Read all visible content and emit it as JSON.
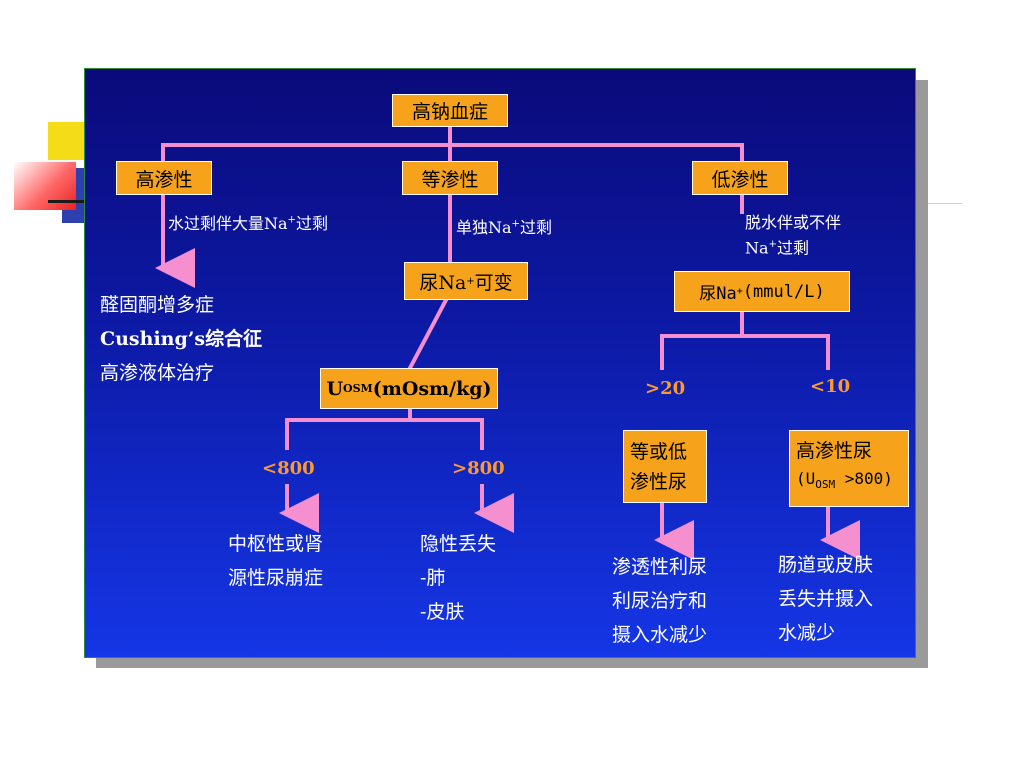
{
  "root": "高钠血症",
  "branches": {
    "high": {
      "label": "高渗性",
      "cause_pre": "水过剩伴大量Na",
      "cause_sup": "+",
      "cause_post": "过剩",
      "outcomes": [
        "醛固酮增多症",
        "Cushing’s综合征",
        "高渗液体治疗"
      ]
    },
    "iso": {
      "label": "等渗性",
      "cause_pre": "单独Na",
      "cause_sup": "+",
      "cause_post": "过剩",
      "test_pre": "尿Na",
      "test_sup": "+",
      "test_post": "可变",
      "osm_u": "U",
      "osm_sub": "OSM",
      "osm_post": "(mOsm/kg)",
      "left": {
        "label": "<800",
        "lines": [
          "中枢性或肾",
          "源性尿崩症"
        ]
      },
      "right": {
        "label": ">800",
        "lines": [
          "隐性丢失",
          "-肺",
          "-皮肤"
        ]
      }
    },
    "low": {
      "label": "低渗性",
      "cause_line1": "脱水伴或不伴",
      "cause_pre": "Na",
      "cause_sup": "+",
      "cause_post": "过剩",
      "test_pre": "尿Na",
      "test_sup": "+",
      "test_post": "(mmul/L)",
      "left": {
        "label": ">20",
        "box": [
          "等或低",
          "渗性尿"
        ],
        "lines": [
          "渗透性利尿",
          "利尿治疗和",
          "摄入水减少"
        ]
      },
      "right": {
        "label": "<10",
        "box_line1": "高渗性尿",
        "box_pre": "(U",
        "box_sub": "OSM",
        "box_post": " >800)",
        "lines": [
          "肠道或皮肤",
          "丢失并摄入",
          "水减少"
        ]
      }
    }
  },
  "colors": {
    "connector": "#f58fcf",
    "box_fill": "#f7a21b",
    "label_orange": "#ff9a2a",
    "panel": "#1536e6"
  }
}
